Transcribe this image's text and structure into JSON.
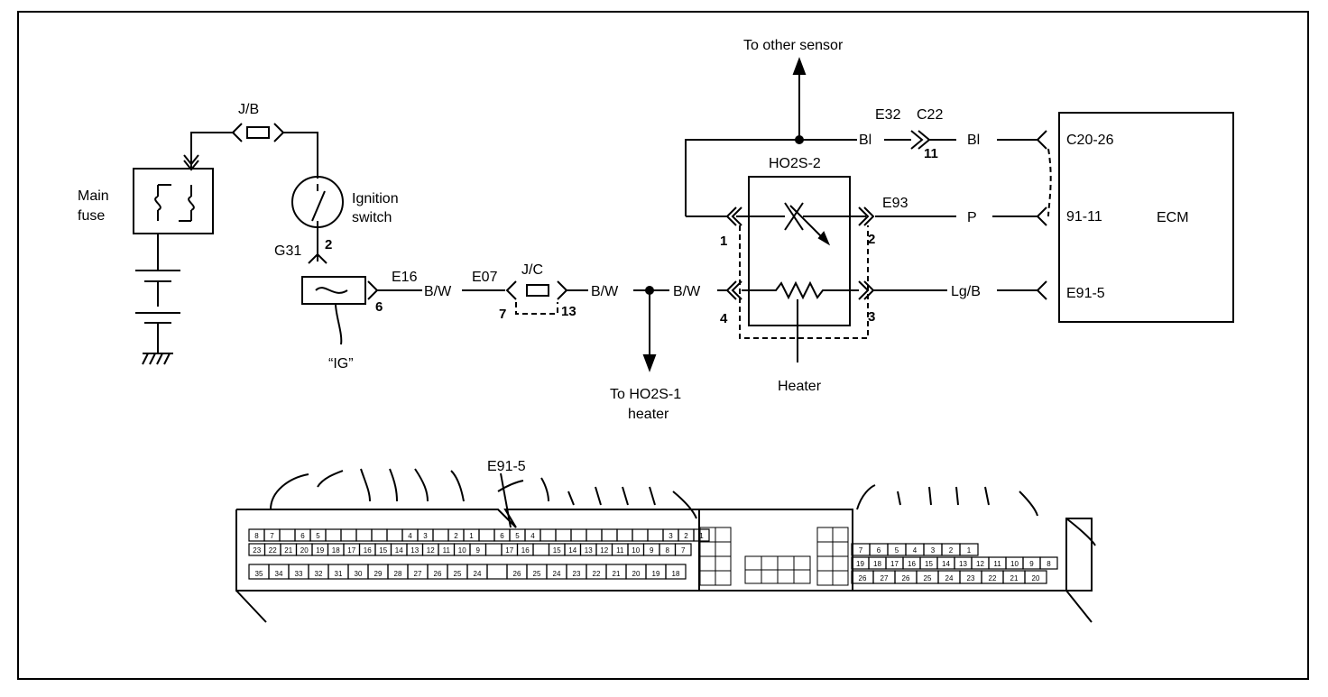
{
  "diagram": {
    "labels": {
      "to_other_sensor": "To other sensor",
      "e32": "E32",
      "c22": "C22",
      "c22_pin": "11",
      "bl_left": "Bl",
      "bl_right": "Bl",
      "jb": "J/B",
      "main_fuse_1": "Main",
      "main_fuse_2": "fuse",
      "ignition_1": "Ignition",
      "ignition_2": "switch",
      "g31": "G31",
      "g31_pin": "2",
      "ig": "“IG”",
      "ig_pin": "6",
      "e16": "E16",
      "bw_1": "B/W",
      "e07": "E07",
      "jc": "J/C",
      "jc_pin_left": "7",
      "jc_pin_right": "13",
      "bw_2": "B/W",
      "bw_3": "B/W",
      "to_ho2s1_1": "To HO2S-1",
      "to_ho2s1_2": "heater",
      "ho2s2": "HO2S-2",
      "e93": "E93",
      "pin_1": "1",
      "pin_2": "2",
      "pin_3": "3",
      "pin_4": "4",
      "heater": "Heater",
      "p": "P",
      "lgb": "Lg/B",
      "c20_26": "C20-26",
      "pin_91_11": "91-11",
      "e91_5": "E91-5",
      "ecm": "ECM",
      "connector_callout": "E91-5"
    },
    "connector_left": {
      "row1": [
        "8",
        "7",
        "",
        "6",
        "5",
        "",
        "",
        "",
        "",
        "",
        "4",
        "3",
        "",
        "2",
        "1",
        "",
        "6",
        "5",
        "4",
        "",
        "",
        "",
        "",
        "",
        "",
        "",
        "",
        "3",
        "2",
        "1"
      ],
      "row2": [
        "23",
        "22",
        "21",
        "20",
        "19",
        "18",
        "17",
        "16",
        "15",
        "14",
        "13",
        "12",
        "11",
        "10",
        "9",
        "",
        "17",
        "16",
        "",
        "15",
        "14",
        "13",
        "12",
        "11",
        "10",
        "9",
        "8",
        "7"
      ],
      "row3": [
        "35",
        "34",
        "33",
        "32",
        "31",
        "30",
        "29",
        "28",
        "27",
        "26",
        "25",
        "24",
        "",
        "26",
        "25",
        "24",
        "23",
        "22",
        "21",
        "20",
        "19",
        "18"
      ]
    },
    "connector_right": {
      "row1": [
        "7",
        "6",
        "5",
        "4",
        "3",
        "2",
        "1"
      ],
      "row2": [
        "19",
        "18",
        "17",
        "16",
        "15",
        "14",
        "13",
        "12",
        "11",
        "10",
        "9",
        "8"
      ],
      "row3": [
        "26",
        "27",
        "26",
        "25",
        "24",
        "23",
        "22",
        "21",
        "20"
      ]
    }
  }
}
